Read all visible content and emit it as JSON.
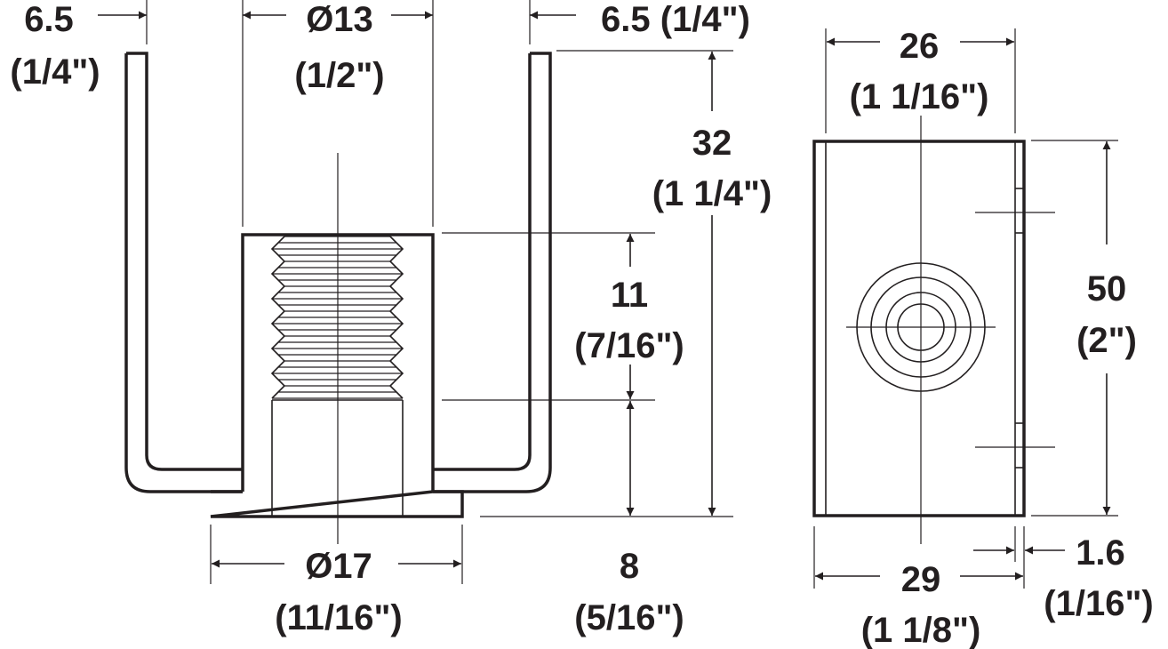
{
  "side_view": {
    "left_wall_primary": "6.5",
    "left_wall_secondary": "(1/4\")",
    "inner_diameter_primary": "Ø13",
    "inner_diameter_secondary": "(1/2\")",
    "right_wall_label": "6.5 (1/4\")",
    "total_height_primary": "32",
    "total_height_secondary": "(1 1/4\")",
    "thread_height_primary": "11",
    "thread_height_secondary": "(7/16\")",
    "base_diameter_primary": "Ø17",
    "base_diameter_secondary": "(11/16\")",
    "base_height_primary": "8",
    "base_height_secondary": "(5/16\")"
  },
  "front_view": {
    "inner_width_primary": "26",
    "inner_width_secondary": "(1 1/16\")",
    "height_primary": "50",
    "height_secondary": "(2\")",
    "outer_width_primary": "29",
    "outer_width_secondary": "(1 1/8\")",
    "thickness_primary": "1.6",
    "thickness_secondary": "(1/16\")"
  },
  "colors": {
    "ink": "#231f20",
    "background": "#ffffff"
  }
}
